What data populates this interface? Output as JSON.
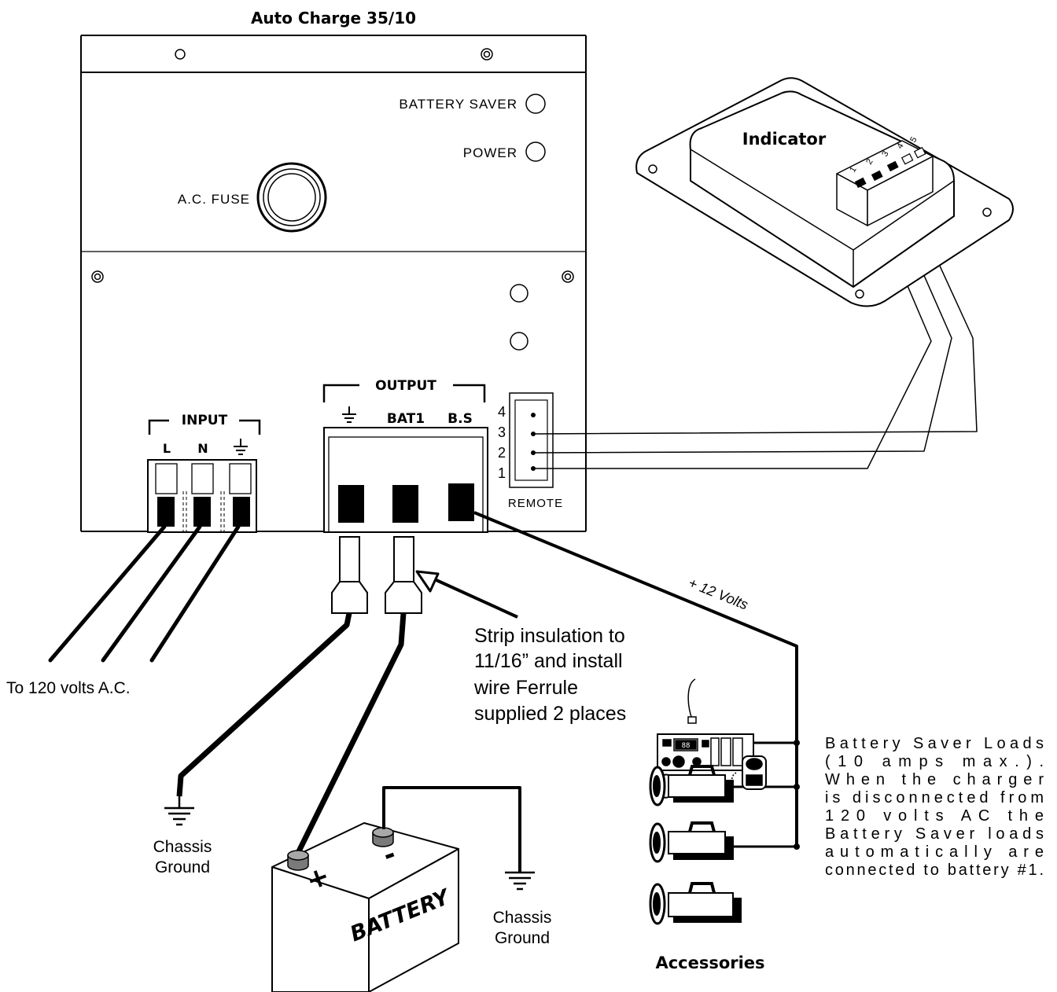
{
  "title": "Auto Charge 35/10",
  "panel": {
    "battery_saver": "BATTERY SAVER",
    "power": "POWER",
    "ac_fuse": "A.C. FUSE"
  },
  "input": {
    "heading": "INPUT",
    "terminals": [
      "L",
      "N"
    ]
  },
  "output": {
    "heading": "OUTPUT",
    "terminals": [
      "BAT1",
      "B.S"
    ]
  },
  "remote": {
    "label": "REMOTE",
    "pins": [
      "4",
      "3",
      "2",
      "1"
    ]
  },
  "indicator": {
    "title": "Indicator",
    "pins": [
      "1",
      "2",
      "3",
      "4",
      "5"
    ]
  },
  "notes": {
    "ac_source": "To 120 volts A.C.",
    "strip_lines": [
      "Strip insulation to",
      "11/16” and install",
      "wire Ferrule",
      "supplied 2 places"
    ],
    "volts": "+ 12 Volts",
    "chassis_ground_1": [
      "Chassis",
      "Ground"
    ],
    "chassis_ground_2": [
      "Chassis",
      "Ground"
    ],
    "battery_label": "BATTERY",
    "battery_plus": "+",
    "battery_minus": "-",
    "saver_lines": [
      "Battery Saver Loads",
      "(10 amps max.).",
      "When the charger",
      "is disconnected from",
      "120 volts AC the",
      "Battery Saver loads",
      "automatically are",
      "connected to battery #1."
    ],
    "accessories": "Accessories",
    "radio_display": "88"
  }
}
